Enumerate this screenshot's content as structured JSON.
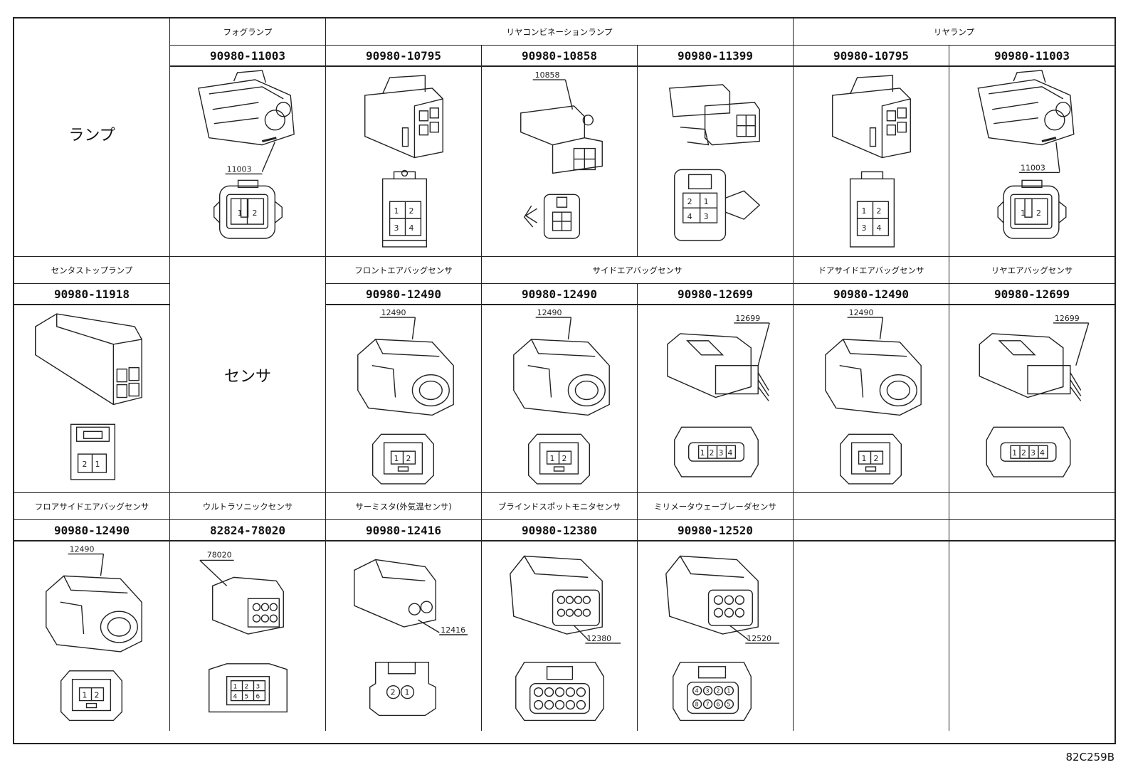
{
  "categories": {
    "lamp": "ランプ",
    "sensor": "センサ"
  },
  "row1": {
    "fog": {
      "title": "フォグランプ",
      "pn": "90980-11003",
      "callout": "11003"
    },
    "rearcombo": {
      "title": "リヤコンビネーションランプ",
      "items": [
        {
          "pn": "90980-10795"
        },
        {
          "pn": "90980-10858",
          "callout": "10858"
        },
        {
          "pn": "90980-11399"
        }
      ]
    },
    "rear": {
      "title": "リヤランプ",
      "items": [
        {
          "pn": "90980-10795"
        },
        {
          "pn": "90980-11003",
          "callout": "11003"
        }
      ]
    }
  },
  "row2": {
    "center": {
      "title": "センタストップランプ",
      "pn": "90980-11918"
    },
    "front_airbag": {
      "title": "フロントエアバッグセンサ",
      "pn": "90980-12490",
      "callout": "12490"
    },
    "side_airbag": {
      "title": "サイドエアバッグセンサ",
      "items": [
        {
          "pn": "90980-12490",
          "callout": "12490"
        },
        {
          "pn": "90980-12699",
          "callout": "12699"
        }
      ]
    },
    "door_airbag": {
      "title": "ドアサイドエアバッグセンサ",
      "pn": "90980-12490",
      "callout": "12490"
    },
    "rear_airbag": {
      "title": "リヤエアバッグセンサ",
      "pn": "90980-12699",
      "callout": "12699"
    }
  },
  "row3": {
    "floor_airbag": {
      "title": "フロアサイドエアバッグセンサ",
      "pn": "90980-12490",
      "callout": "12490"
    },
    "ultrasonic": {
      "title": "ウルトラソニックセンサ",
      "pn": "82824-78020",
      "callout": "78020"
    },
    "thermistor": {
      "title": "サーミスタ(外気温センサ)",
      "pn": "90980-12416",
      "callout": "12416"
    },
    "blindspot": {
      "title": "ブラインドスポットモニタセンサ",
      "pn": "90980-12380",
      "callout": "12380"
    },
    "mmwave": {
      "title": "ミリメータウェーブレーダセンサ",
      "pn": "90980-12520",
      "callout": "12520"
    }
  },
  "pins": {
    "p1": "1",
    "p2": "2",
    "p3": "3",
    "p4": "4",
    "p5": "5",
    "p6": "6",
    "p7": "7",
    "p8": "8"
  },
  "figure_code": "82C259B"
}
